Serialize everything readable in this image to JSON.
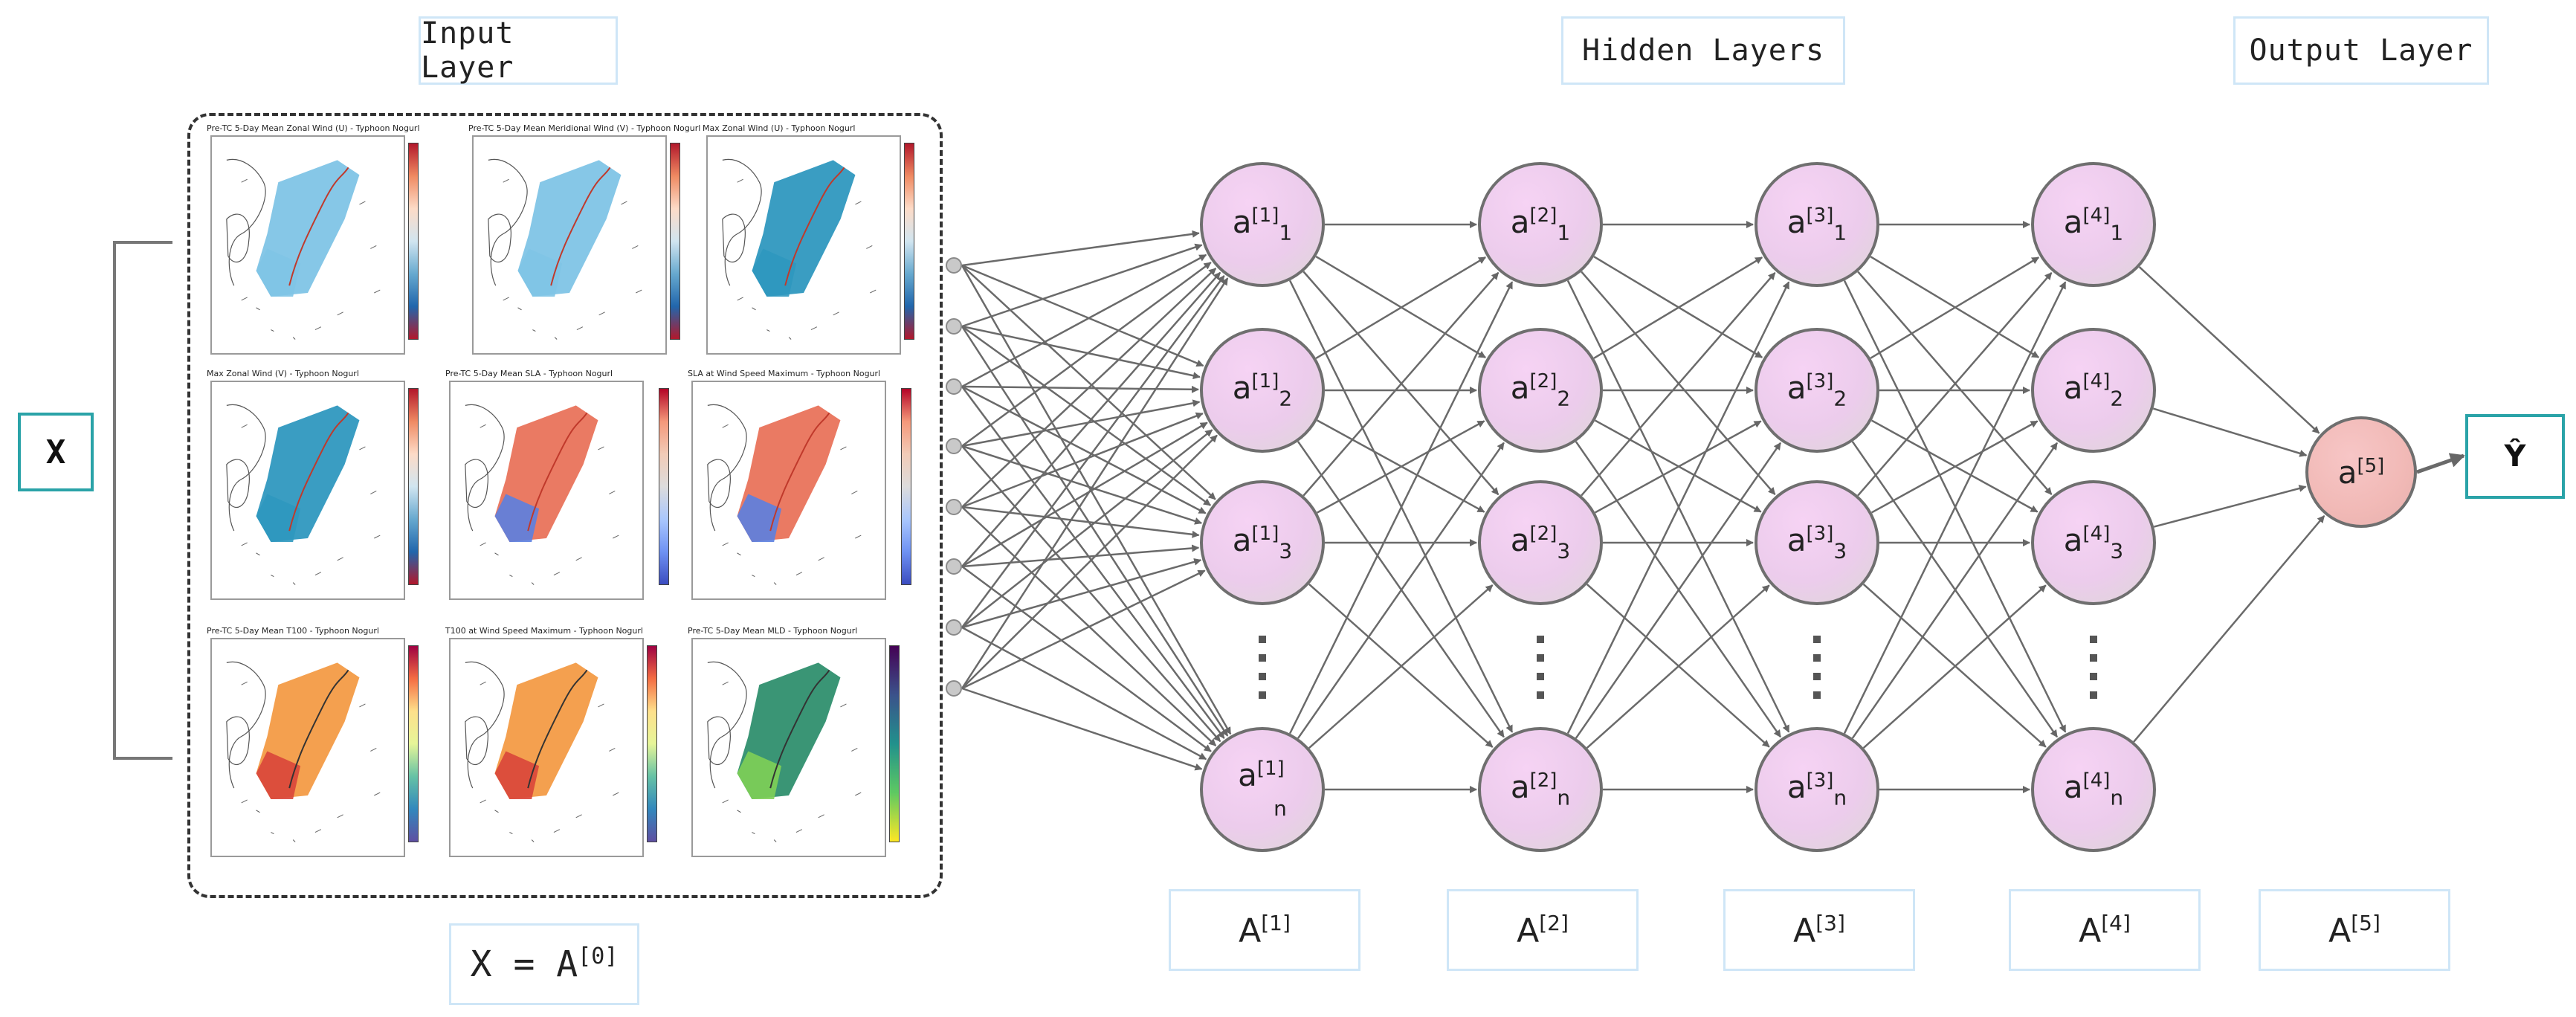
{
  "headers": {
    "input_layer": "Input Layer",
    "hidden_layers": "Hidden Layers",
    "output_layer": "Output Layer"
  },
  "input": {
    "x_label": "X",
    "equation": "X = A",
    "equation_sup": "[0]"
  },
  "panels": [
    {
      "title": "Pre-TC 5-Day Mean Zonal Wind (U) - Typhoon Nogurl",
      "cmap": "rdylbu"
    },
    {
      "title": "Pre-TC 5-Day Mean Meridional Wind (V) - Typhoon Nogurl",
      "cmap": "rdylbu"
    },
    {
      "title": "Max Zonal Wind (U) - Typhoon Nogurl",
      "cmap": "rdylbu"
    },
    {
      "title": "Max Zonal Wind (V) - Typhoon Nogurl",
      "cmap": "rdylbu"
    },
    {
      "title": "Pre-TC 5-Day Mean SLA - Typhoon Nogurl",
      "cmap": "coolwarm"
    },
    {
      "title": "SLA at Wind Speed Maximum - Typhoon Nogurl",
      "cmap": "coolwarm"
    },
    {
      "title": "Pre-TC 5-Day Mean T100 - Typhoon Nogurl",
      "cmap": "spectral"
    },
    {
      "title": "T100 at Wind Speed Maximum - Typhoon Nogurl",
      "cmap": "spectral"
    },
    {
      "title": "Pre-TC 5-Day Mean MLD - Typhoon Nogurl",
      "cmap": "viridis"
    }
  ],
  "hidden_layers": [
    {
      "sup": "[1]",
      "subs": [
        "1",
        "2",
        "3",
        "n"
      ],
      "vector": "A",
      "vector_sup": "[1]"
    },
    {
      "sup": "[2]",
      "subs": [
        "1",
        "2",
        "3",
        "n"
      ],
      "vector": "A",
      "vector_sup": "[2]"
    },
    {
      "sup": "[3]",
      "subs": [
        "1",
        "2",
        "3",
        "n"
      ],
      "vector": "A",
      "vector_sup": "[3]"
    },
    {
      "sup": "[4]",
      "subs": [
        "1",
        "2",
        "3",
        "n"
      ],
      "vector": "A",
      "vector_sup": "[4]"
    }
  ],
  "output_node": {
    "label": "a",
    "sup": "[5]",
    "vector": "A",
    "vector_sup": "[5]"
  },
  "prediction": {
    "label": "Ŷ"
  },
  "node_letter": "a",
  "colors": {
    "hidden_node": "#ecccec",
    "output_node": "#f1b9b6",
    "edge": "#6a6a6a",
    "teal_border": "#2aa3a8",
    "header_border": "#cfe6f7"
  }
}
